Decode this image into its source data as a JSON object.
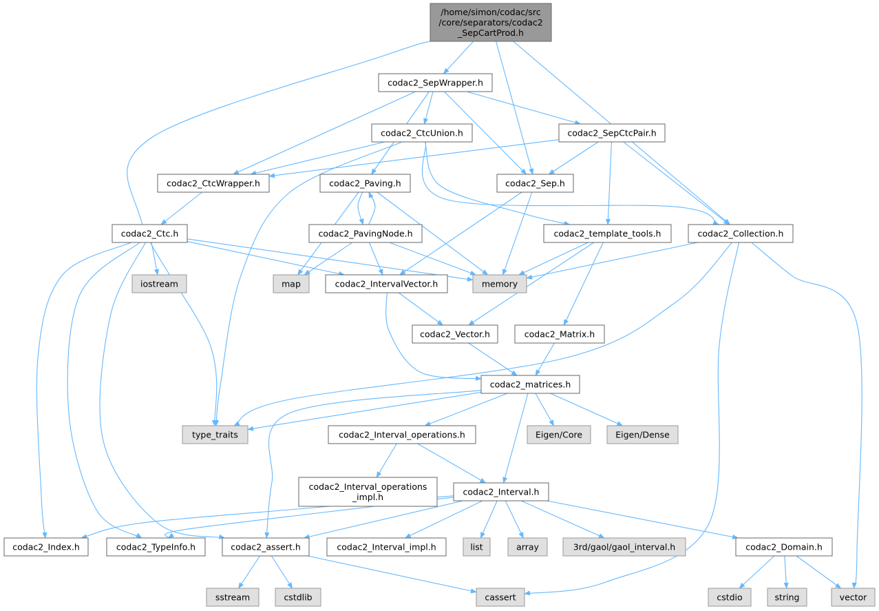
{
  "colors": {
    "edge": "#63b8ff",
    "root_fill": "#999999",
    "root_stroke": "#666666",
    "node_fill": "#ffffff",
    "node_stroke": "#666666",
    "system_fill": "#e0e0e0",
    "system_stroke": "#999999"
  },
  "nodes": [
    {
      "id": "root",
      "kind": "root",
      "lines": [
        "/home/simon/codac/src",
        "/core/separators/codac2",
        "_SepCartProd.h"
      ]
    },
    {
      "id": "sepwrapper",
      "kind": "file",
      "lines": [
        "codac2_SepWrapper.h"
      ]
    },
    {
      "id": "ctcunion",
      "kind": "file",
      "lines": [
        "codac2_CtcUnion.h"
      ]
    },
    {
      "id": "sepctcpair",
      "kind": "file",
      "lines": [
        "codac2_SepCtcPair.h"
      ]
    },
    {
      "id": "ctcwrapper",
      "kind": "file",
      "lines": [
        "codac2_CtcWrapper.h"
      ]
    },
    {
      "id": "paving",
      "kind": "file",
      "lines": [
        "codac2_Paving.h"
      ]
    },
    {
      "id": "sep",
      "kind": "file",
      "lines": [
        "codac2_Sep.h"
      ]
    },
    {
      "id": "ctc",
      "kind": "file",
      "lines": [
        "codac2_Ctc.h"
      ]
    },
    {
      "id": "pavingnode",
      "kind": "file",
      "lines": [
        "codac2_PavingNode.h"
      ]
    },
    {
      "id": "template_tools",
      "kind": "file",
      "lines": [
        "codac2_template_tools.h"
      ]
    },
    {
      "id": "collection",
      "kind": "file",
      "lines": [
        "codac2_Collection.h"
      ]
    },
    {
      "id": "iostream",
      "kind": "system",
      "lines": [
        "iostream"
      ]
    },
    {
      "id": "map",
      "kind": "system",
      "lines": [
        "map"
      ]
    },
    {
      "id": "intervalvector",
      "kind": "file",
      "lines": [
        "codac2_IntervalVector.h"
      ]
    },
    {
      "id": "memory",
      "kind": "system",
      "lines": [
        "memory"
      ]
    },
    {
      "id": "vectorh",
      "kind": "file",
      "lines": [
        "codac2_Vector.h"
      ]
    },
    {
      "id": "matrixh",
      "kind": "file",
      "lines": [
        "codac2_Matrix.h"
      ]
    },
    {
      "id": "matrices",
      "kind": "file",
      "lines": [
        "codac2_matrices.h"
      ]
    },
    {
      "id": "type_traits",
      "kind": "system",
      "lines": [
        "type_traits"
      ]
    },
    {
      "id": "interval_ops",
      "kind": "file",
      "lines": [
        "codac2_Interval_operations.h"
      ]
    },
    {
      "id": "eigen_core",
      "kind": "system",
      "lines": [
        "Eigen/Core"
      ]
    },
    {
      "id": "eigen_dense",
      "kind": "system",
      "lines": [
        "Eigen/Dense"
      ]
    },
    {
      "id": "interval_ops_impl",
      "kind": "file",
      "lines": [
        "codac2_Interval_operations",
        "_impl.h"
      ]
    },
    {
      "id": "interval",
      "kind": "file",
      "lines": [
        "codac2_Interval.h"
      ]
    },
    {
      "id": "indexh",
      "kind": "file",
      "lines": [
        "codac2_Index.h"
      ]
    },
    {
      "id": "typeinfo",
      "kind": "file",
      "lines": [
        "codac2_TypeInfo.h"
      ]
    },
    {
      "id": "asserth",
      "kind": "file",
      "lines": [
        "codac2_assert.h"
      ]
    },
    {
      "id": "interval_impl",
      "kind": "file",
      "lines": [
        "codac2_Interval_impl.h"
      ]
    },
    {
      "id": "list",
      "kind": "system",
      "lines": [
        "list"
      ]
    },
    {
      "id": "array",
      "kind": "system",
      "lines": [
        "array"
      ]
    },
    {
      "id": "gaol",
      "kind": "system",
      "lines": [
        "3rd/gaol/gaol_interval.h"
      ]
    },
    {
      "id": "domain",
      "kind": "file",
      "lines": [
        "codac2_Domain.h"
      ]
    },
    {
      "id": "sstream",
      "kind": "system",
      "lines": [
        "sstream"
      ]
    },
    {
      "id": "cstdlib",
      "kind": "system",
      "lines": [
        "cstdlib"
      ]
    },
    {
      "id": "cassert",
      "kind": "system",
      "lines": [
        "cassert"
      ]
    },
    {
      "id": "cstdio",
      "kind": "system",
      "lines": [
        "cstdio"
      ]
    },
    {
      "id": "string",
      "kind": "system",
      "lines": [
        "string"
      ]
    },
    {
      "id": "vector",
      "kind": "system",
      "lines": [
        "vector"
      ]
    }
  ],
  "edges": [
    [
      "root",
      "sepwrapper"
    ],
    [
      "root",
      "sep"
    ],
    [
      "root",
      "collection"
    ],
    [
      "root",
      "type_traits"
    ],
    [
      "sepwrapper",
      "ctcunion"
    ],
    [
      "sepwrapper",
      "sepctcpair"
    ],
    [
      "sepwrapper",
      "ctcwrapper"
    ],
    [
      "sepwrapper",
      "paving"
    ],
    [
      "sepwrapper",
      "sep"
    ],
    [
      "ctcunion",
      "ctcwrapper"
    ],
    [
      "ctcunion",
      "type_traits"
    ],
    [
      "ctcunion",
      "template_tools"
    ],
    [
      "ctcunion",
      "collection"
    ],
    [
      "sepctcpair",
      "ctcwrapper"
    ],
    [
      "sepctcpair",
      "sep"
    ],
    [
      "sepctcpair",
      "template_tools"
    ],
    [
      "sepctcpair",
      "collection"
    ],
    [
      "ctcwrapper",
      "ctc"
    ],
    [
      "paving",
      "pavingnode"
    ],
    [
      "paving",
      "map"
    ],
    [
      "paving",
      "memory"
    ],
    [
      "pavingnode",
      "paving"
    ],
    [
      "pavingnode",
      "map"
    ],
    [
      "pavingnode",
      "intervalvector"
    ],
    [
      "pavingnode",
      "memory"
    ],
    [
      "sep",
      "intervalvector"
    ],
    [
      "sep",
      "memory"
    ],
    [
      "ctc",
      "iostream"
    ],
    [
      "ctc",
      "intervalvector"
    ],
    [
      "ctc",
      "memory"
    ],
    [
      "ctc",
      "indexh"
    ],
    [
      "ctc",
      "typeinfo"
    ],
    [
      "ctc",
      "asserth"
    ],
    [
      "template_tools",
      "memory"
    ],
    [
      "template_tools",
      "vectorh"
    ],
    [
      "template_tools",
      "matrixh"
    ],
    [
      "collection",
      "memory"
    ],
    [
      "collection",
      "type_traits"
    ],
    [
      "collection",
      "vector"
    ],
    [
      "collection",
      "cassert"
    ],
    [
      "intervalvector",
      "vectorh"
    ],
    [
      "intervalvector",
      "matrices"
    ],
    [
      "vectorh",
      "matrices"
    ],
    [
      "matrixh",
      "matrices"
    ],
    [
      "matrices",
      "type_traits"
    ],
    [
      "matrices",
      "interval_ops"
    ],
    [
      "matrices",
      "eigen_core"
    ],
    [
      "matrices",
      "eigen_dense"
    ],
    [
      "matrices",
      "interval"
    ],
    [
      "matrices",
      "asserth"
    ],
    [
      "interval_ops",
      "interval_ops_impl"
    ],
    [
      "interval_ops",
      "interval"
    ],
    [
      "interval",
      "indexh"
    ],
    [
      "interval",
      "typeinfo"
    ],
    [
      "interval",
      "asserth"
    ],
    [
      "interval",
      "interval_impl"
    ],
    [
      "interval",
      "list"
    ],
    [
      "interval",
      "array"
    ],
    [
      "interval",
      "gaol"
    ],
    [
      "interval",
      "domain"
    ],
    [
      "asserth",
      "sstream"
    ],
    [
      "asserth",
      "cstdlib"
    ],
    [
      "asserth",
      "cassert"
    ],
    [
      "domain",
      "cstdio"
    ],
    [
      "domain",
      "string"
    ],
    [
      "domain",
      "vector"
    ]
  ]
}
